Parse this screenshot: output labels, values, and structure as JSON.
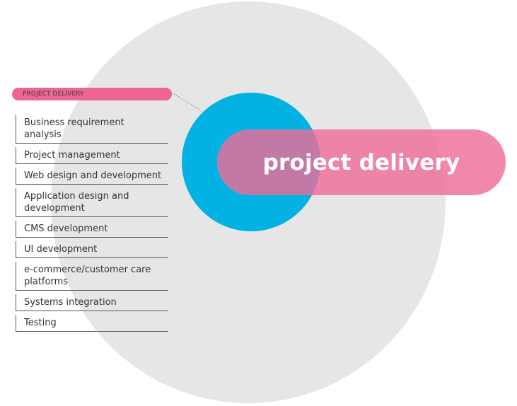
{
  "diagram": {
    "center_label": "project delivery",
    "header_label": "PROJECT DELIVERY",
    "items": [
      "Business requirement analysis",
      "Project management",
      "Web design and development",
      "Application design and development",
      "CMS development",
      "UI development",
      "e-commerce/customer care platforms",
      "Systems integration",
      "Testing"
    ]
  },
  "colors": {
    "outer_circle": "#e6e6e7",
    "blue_circle": "#01b2e2",
    "pink": "#ec6594",
    "text": "#333333"
  }
}
